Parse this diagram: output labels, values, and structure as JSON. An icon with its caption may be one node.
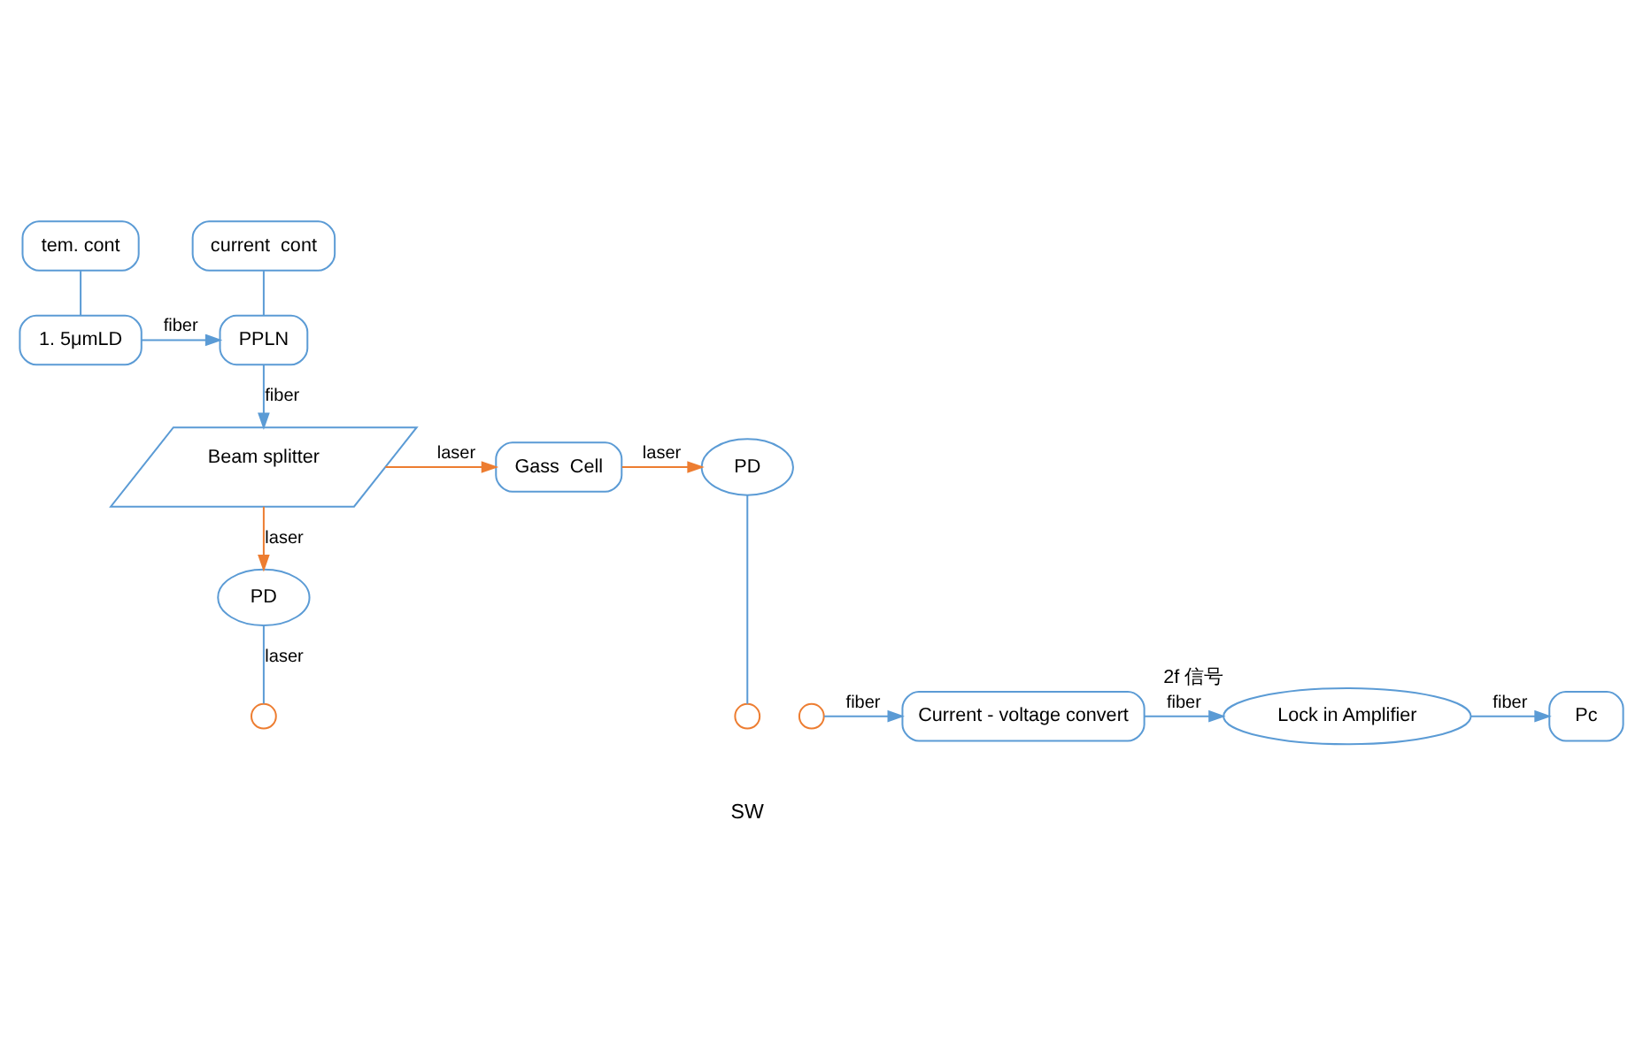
{
  "diagram": {
    "nodes": [
      {
        "text": [
          "tem. cont"
        ]
      },
      {
        "text": [
          "current  cont"
        ]
      },
      {
        "text": [
          "1. 5μmLD"
        ]
      },
      {
        "text": [
          "PPLN"
        ]
      },
      {
        "text": [
          "Beam splitter"
        ]
      },
      {
        "text": [
          "Gass  Cell"
        ]
      },
      {
        "text": [
          "PD"
        ]
      },
      {
        "text": [
          "PD"
        ]
      },
      {
        "text": [],
        "shape": "circle"
      },
      {
        "text": [],
        "shape": "circle"
      },
      {
        "text": [],
        "shape": "circle"
      },
      {
        "text": [
          "Current - voltage convert"
        ]
      },
      {
        "text": [
          "Lock in Amplifier"
        ],
        "beside": [
          "2f 信号"
        ]
      },
      {
        "text": [
          "Pc"
        ]
      }
    ],
    "edges": [
      {
        "from": 0,
        "to": 2,
        "arrow": "none"
      },
      {
        "from": 1,
        "to": 3,
        "arrow": "none"
      },
      {
        "from": 2,
        "to": 3,
        "arrow": "to",
        "label": "fiber"
      },
      {
        "from": 3,
        "to": 4,
        "arrow": "to",
        "label": "fiber"
      },
      {
        "from": 4,
        "to": 5,
        "arrow": "to",
        "label": "laser",
        "color": "#ed7d31"
      },
      {
        "from": 5,
        "to": 6,
        "arrow": "to",
        "label": "laser",
        "color": "#ed7d31"
      },
      {
        "from": 4,
        "to": 7,
        "arrow": "to",
        "label": "laser",
        "color": "#ed7d31"
      },
      {
        "from": 7,
        "to": 8,
        "arrow": "none",
        "label": "laser"
      },
      {
        "from": 6,
        "to": 9,
        "arrow": "none"
      },
      {
        "from": 10,
        "to": 11,
        "arrow": "to",
        "label": "fiber"
      },
      {
        "from": 11,
        "to": 12,
        "arrow": "to",
        "label": "fiber"
      },
      {
        "from": 12,
        "to": 13,
        "arrow": "to",
        "label": "fiber"
      }
    ],
    "labels": [
      "SW"
    ]
  }
}
